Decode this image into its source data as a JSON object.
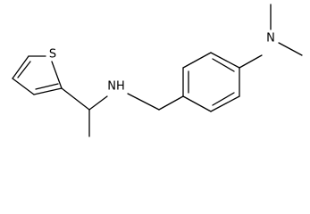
{
  "structure": {
    "atoms": {
      "sulfur": "S",
      "amine_nitrogen": "NH",
      "dimethyl_nitrogen": "N"
    },
    "colors": {
      "bond": "#000000",
      "label": "#000000",
      "background": "#ffffff"
    }
  }
}
